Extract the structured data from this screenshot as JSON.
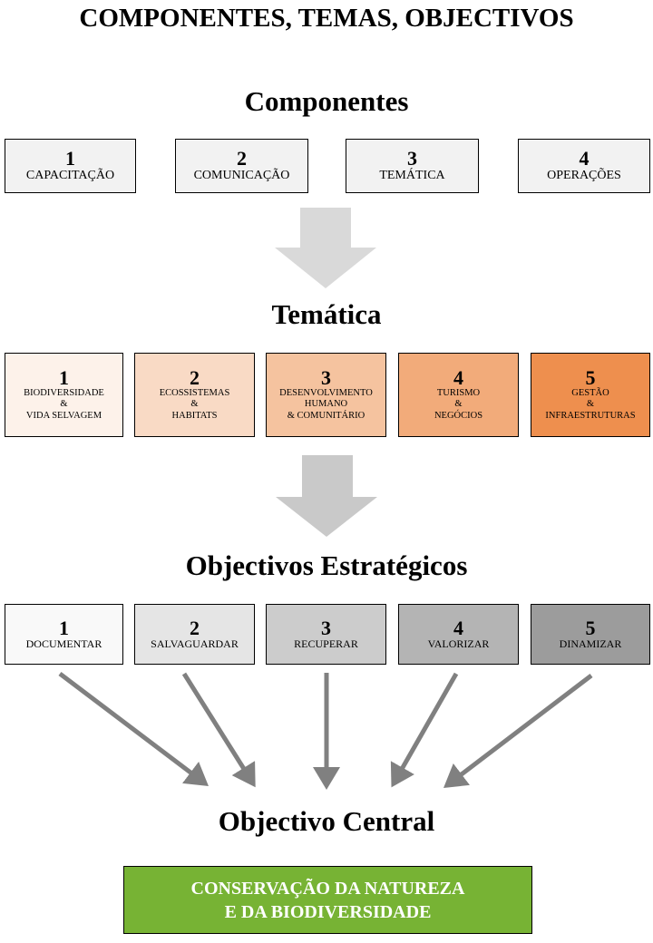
{
  "title": "COMPONENTES, TEMAS, OBJECTIVOS",
  "components": {
    "heading": "Componentes",
    "items": [
      {
        "num": "1",
        "label": "CAPACITAÇÃO"
      },
      {
        "num": "2",
        "label": "COMUNICAÇÃO"
      },
      {
        "num": "3",
        "label": "TEMÁTICA"
      },
      {
        "num": "4",
        "label": "OPERAÇÕES"
      }
    ]
  },
  "themes": {
    "heading": "Temática",
    "items": [
      {
        "num": "1",
        "lines": [
          "BIODIVERSIDADE",
          "&",
          "VIDA SELVAGEM"
        ],
        "color": "#fdf2ea"
      },
      {
        "num": "2",
        "lines": [
          "ECOSSISTEMAS",
          "&",
          "HABITATS"
        ],
        "color": "#f9dac5"
      },
      {
        "num": "3",
        "lines": [
          "DESENVOLVIMENTO",
          "HUMANO",
          "& COMUNITÁRIO"
        ],
        "color": "#f5c39f"
      },
      {
        "num": "4",
        "lines": [
          "TURISMO",
          "&",
          "NEGÓCIOS"
        ],
        "color": "#f2ab7a"
      },
      {
        "num": "5",
        "lines": [
          "GESTÃO",
          "&",
          "INFRAESTRUTURAS"
        ],
        "color": "#ee8f4e"
      }
    ]
  },
  "objectives": {
    "heading": "Objectivos Estratégicos",
    "items": [
      {
        "num": "1",
        "label": "DOCUMENTAR",
        "color": "#f9f9f9"
      },
      {
        "num": "2",
        "label": "SALVAGUARDAR",
        "color": "#e5e5e5"
      },
      {
        "num": "3",
        "label": "RECUPERAR",
        "color": "#cccccc"
      },
      {
        "num": "4",
        "label": "VALORIZAR",
        "color": "#b4b4b4"
      },
      {
        "num": "5",
        "label": "DINAMIZAR",
        "color": "#9c9c9c"
      }
    ]
  },
  "central": {
    "heading": "Objectivo Central",
    "line1": "CONSERVAÇÃO DA NATUREZA",
    "line2": "E DA BIODIVERSIDADE",
    "color": "#77b334"
  }
}
